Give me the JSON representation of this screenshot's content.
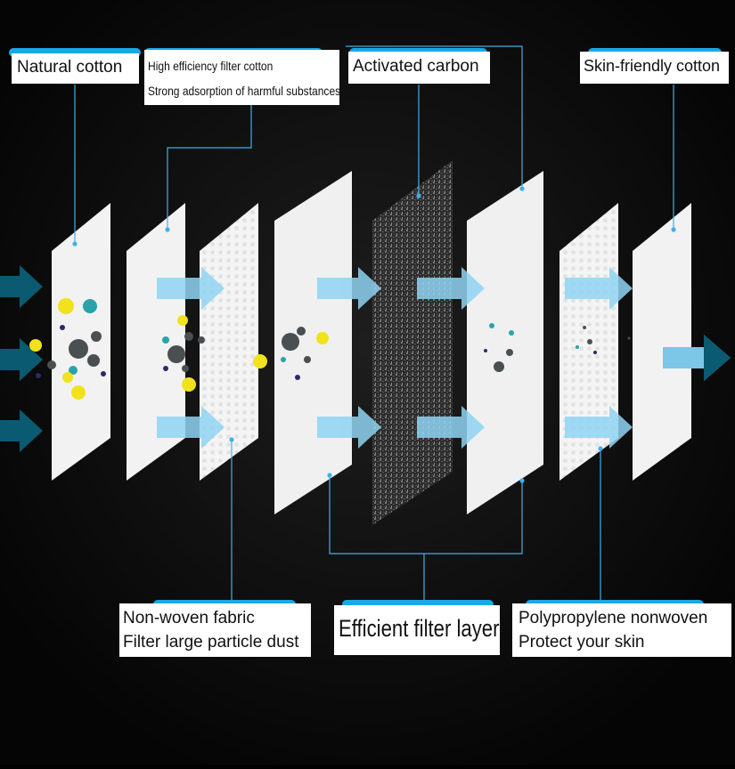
{
  "labels": {
    "natural_cotton": "Natural cotton",
    "hepa_line1": "High efficiency filter cotton",
    "hepa_line2": "Strong adsorption of harmful substances",
    "activated_carbon": "Activated carbon",
    "skin_friendly": "Skin-friendly cotton",
    "nonwoven_line1": "Non-woven fabric",
    "nonwoven_line2": "Filter large particle dust",
    "efficient": "Efficient filter layer",
    "pp_line1": "Polypropylene nonwoven",
    "pp_line2": "Protect your skin"
  },
  "colors": {
    "background": "#000000",
    "bg_glow": "#1b1b1b",
    "leader_line": "#3fb0e8",
    "arrow_dark": "#0a5a72",
    "arrow_light": "#8fd3f2",
    "particle_yellow": "#f2e21c",
    "particle_gray": "#4a4f52",
    "particle_teal": "#2aa3a8",
    "particle_navy": "#2a2a6a",
    "sheet_white": "#f2f2f2",
    "sheet_carbon": "#3a3a3a"
  }
}
